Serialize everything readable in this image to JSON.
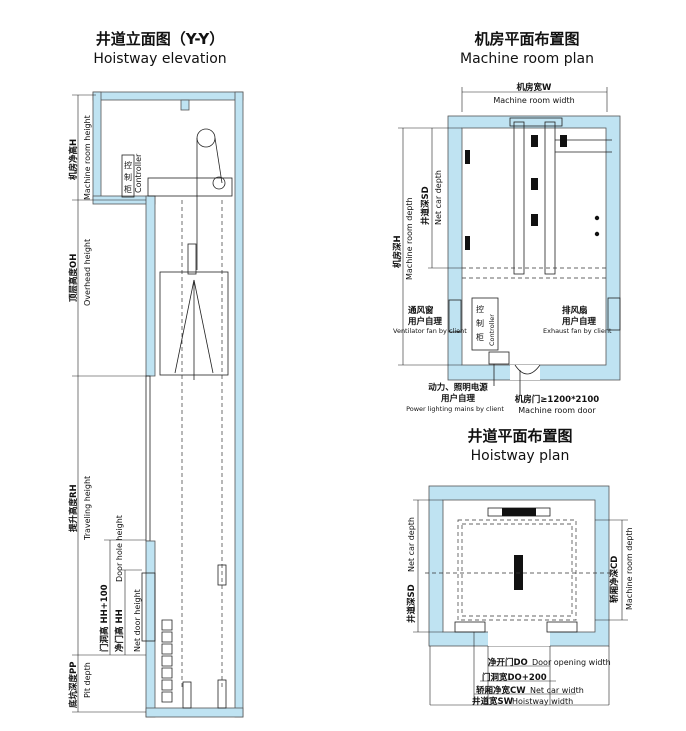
{
  "elevation": {
    "title_cn": "井道立面图（Y-Y）",
    "title_en": "Hoistway elevation",
    "dims": {
      "machine_room_height": {
        "cn": "机房净高H",
        "en": "Machine room height"
      },
      "overhead_height": {
        "cn": "顶层高度OH",
        "en": "Overhead height"
      },
      "traveling_height": {
        "cn": "提升高度RH",
        "en": "Traveling height"
      },
      "pit_depth": {
        "cn": "底坑深度PP",
        "en": "Pit depth"
      },
      "door_hole_height": {
        "en": "Door hole height"
      },
      "door_hole_hh": {
        "cn": "门洞高 HH+100"
      },
      "net_door_height": {
        "cn": "净门高 HH",
        "en": "Net door height"
      }
    },
    "controller": {
      "cn1": "控",
      "cn2": "制",
      "cn3": "柜",
      "en": "Controller"
    }
  },
  "machine_room": {
    "title_cn": "机房平面布置图",
    "title_en": "Machine room plan",
    "width": {
      "cn": "机房宽W",
      "en": "Machine room width"
    },
    "depth": {
      "cn": "机房深H",
      "en": "Machine room depth"
    },
    "hoistway_depth": {
      "cn": "井道深SD",
      "en": "Net car depth"
    },
    "ventilator": {
      "cn1": "通风窗",
      "cn2": "用户自理",
      "en": "Ventilator fan by client"
    },
    "exhaust": {
      "cn1": "排风扇",
      "cn2": "用户自理",
      "en": "Exhaust fan by client"
    },
    "controller": {
      "cn1": "控",
      "cn2": "制",
      "cn3": "柜",
      "en": "Controller"
    },
    "power": {
      "cn1": "动力、照明电源",
      "cn2": "用户自理",
      "en": "Power lighting mains by client"
    },
    "door": {
      "cn": "机房门≥1200*2100",
      "en": "Machine room door"
    }
  },
  "hoistway_plan": {
    "title_cn": "井道平面布置图",
    "title_en": "Hoistway plan",
    "net_car_depth": {
      "en": "Net car depth"
    },
    "hoistway_depth": {
      "cn": "井道深SD"
    },
    "car_depth": {
      "cn": "轿厢净深CD",
      "en": "Machine room depth"
    },
    "door_opening": {
      "cn": "净开门DO",
      "en": "Door opening width"
    },
    "door_hole": {
      "cn": "门洞宽DO+200"
    },
    "car_width": {
      "cn": "轿厢净宽CW",
      "en": "Net car width"
    },
    "hoistway_width": {
      "cn": "井道宽SW",
      "en": "Hoistway width"
    }
  },
  "colors": {
    "wall": "#bfe3f2",
    "line": "#222222",
    "background": "#ffffff"
  }
}
